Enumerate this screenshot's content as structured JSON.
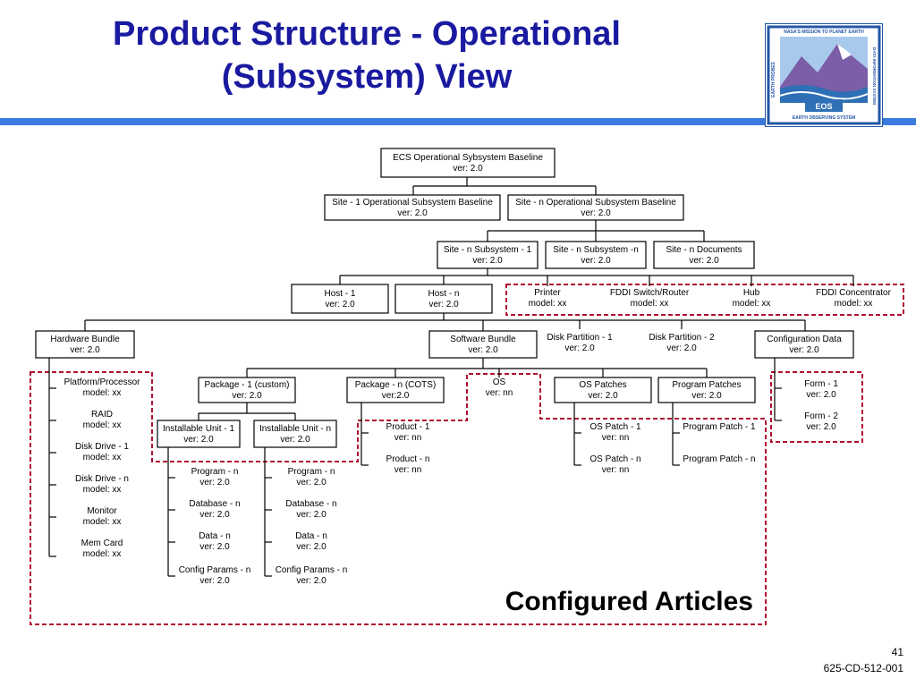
{
  "title_line1": "Product Structure - Operational",
  "title_line2": "(Subsystem) View",
  "logo": {
    "top_text": "NASA'S MISSION TO PLANET EARTH",
    "side_left": "EARTH PROBES",
    "side_right": "DATA INFORMATION SYSTEM",
    "badge": "EOS",
    "bottom_text": "EARTH OBSERVING SYSTEM",
    "colors": {
      "border": "#2457a6",
      "mountain": "#7b5ea7",
      "water": "#2f6fb5",
      "sky": "#a9c9ec"
    }
  },
  "configured_label": "Configured Articles",
  "page_number": "41",
  "doc_id": "625-CD-512-001",
  "colors": {
    "title": "#1a1aa0",
    "bar": "#3b7be0",
    "dash": "#b01030"
  },
  "nodes": {
    "root": [
      "ECS Operational Sybsystem Baseline",
      "ver: 2.0"
    ],
    "site1": [
      "Site - 1 Operational Subsystem Baseline",
      "ver: 2.0"
    ],
    "siten": [
      "Site - n Operational Subsystem Baseline",
      "ver: 2.0"
    ],
    "sub1": [
      "Site - n Subsystem - 1",
      "ver: 2.0"
    ],
    "subn": [
      "Site - n Subsystem -n",
      "ver: 2.0"
    ],
    "docs": [
      "Site - n Documents",
      "ver: 2.0"
    ],
    "host1": [
      "Host - 1",
      "ver: 2.0"
    ],
    "hostn": [
      "Host - n",
      "ver: 2.0"
    ],
    "printer": [
      "Printer",
      "model: xx"
    ],
    "fddi_switch": [
      "FDDI Switch/Router",
      "model: xx"
    ],
    "hub": [
      "Hub",
      "model: xx"
    ],
    "fddi_conc": [
      "FDDI Concentrator",
      "model: xx"
    ],
    "hw": [
      "Hardware Bundle",
      "ver: 2.0"
    ],
    "sw": [
      "Software Bundle",
      "ver: 2.0"
    ],
    "dp1": [
      "Disk Partition - 1",
      "ver: 2.0"
    ],
    "dp2": [
      "Disk Partition - 2",
      "ver: 2.0"
    ],
    "config": [
      "Configuration Data",
      "ver: 2.0"
    ],
    "pkg1": [
      "Package - 1 (custom)",
      "ver: 2.0"
    ],
    "pkgn": [
      "Package - n (COTS)",
      "ver:2.0"
    ],
    "os": [
      "OS",
      "ver: nn"
    ],
    "ospatches": [
      "OS Patches",
      "ver: 2.0"
    ],
    "progpatches": [
      "Program Patches",
      "ver: 2.0"
    ],
    "iu1": [
      "Installable Unit - 1",
      "ver: 2.0"
    ],
    "iun": [
      "Installable Unit - n",
      "ver: 2.0"
    ],
    "hw_items": [
      [
        "Platform/Processor",
        "model: xx"
      ],
      [
        "RAID",
        "model: xx"
      ],
      [
        "Disk Drive - 1",
        "model: xx"
      ],
      [
        "Disk Drive - n",
        "model: xx"
      ],
      [
        "Monitor",
        "model: xx"
      ],
      [
        "Mem Card",
        "model: xx"
      ]
    ],
    "forms": [
      [
        "Form - 1",
        "ver: 2.0"
      ],
      [
        "Form - 2",
        "ver: 2.0"
      ]
    ],
    "iu1_items": [
      [
        "Program - n",
        "ver: 2.0"
      ],
      [
        "Database - n",
        "ver: 2.0"
      ],
      [
        "Data - n",
        "ver: 2.0"
      ],
      [
        "Config Params - n",
        "ver: 2.0"
      ]
    ],
    "iun_items": [
      [
        "Program - n",
        "ver: 2.0"
      ],
      [
        "Database - n",
        "ver: 2.0"
      ],
      [
        "Data - n",
        "ver: 2.0"
      ],
      [
        "Config Params - n",
        "ver: 2.0"
      ]
    ],
    "products": [
      [
        "Product - 1",
        "ver: nn"
      ],
      [
        "Product - n",
        "ver: nn"
      ]
    ],
    "os_patch_items": [
      [
        "OS Patch - 1",
        "ver: nn"
      ],
      [
        "OS Patch - n",
        "ver: nn"
      ]
    ],
    "prog_patch_items": [
      [
        "Program Patch - 1"
      ],
      [
        "Program Patch - n"
      ]
    ]
  }
}
